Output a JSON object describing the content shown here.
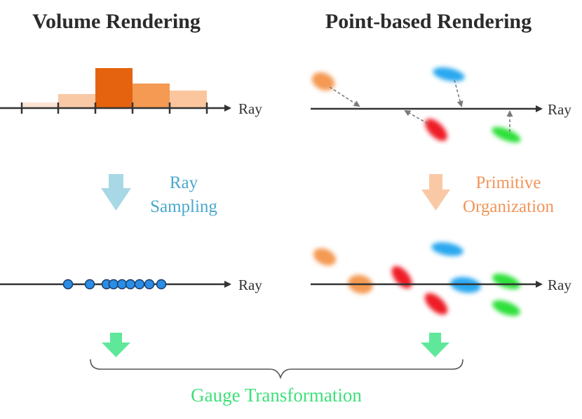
{
  "left_title": "Volume Rendering",
  "right_title": "Point-based Rendering",
  "ray_label": "Ray",
  "left_step": {
    "line1": "Ray",
    "line2": "Sampling"
  },
  "right_step": {
    "line1": "Primitive",
    "line2": "Organization"
  },
  "bottom_label": "Gauge Transformation",
  "colors": {
    "dark": "#333333",
    "blue_text": "#4aa8cc",
    "orange_text": "#f0955a",
    "green_text": "#3ee07a",
    "arrow_blue": "#a8d8e6",
    "arrow_orange": "#f9c9a6",
    "arrow_green": "#5fe89a",
    "dot_blue": "#2a8de6",
    "blob_orange": "#f49a52",
    "blob_blue": "#29a8f0",
    "blob_red": "#ee1f25",
    "blob_green": "#2ee03a"
  }
}
